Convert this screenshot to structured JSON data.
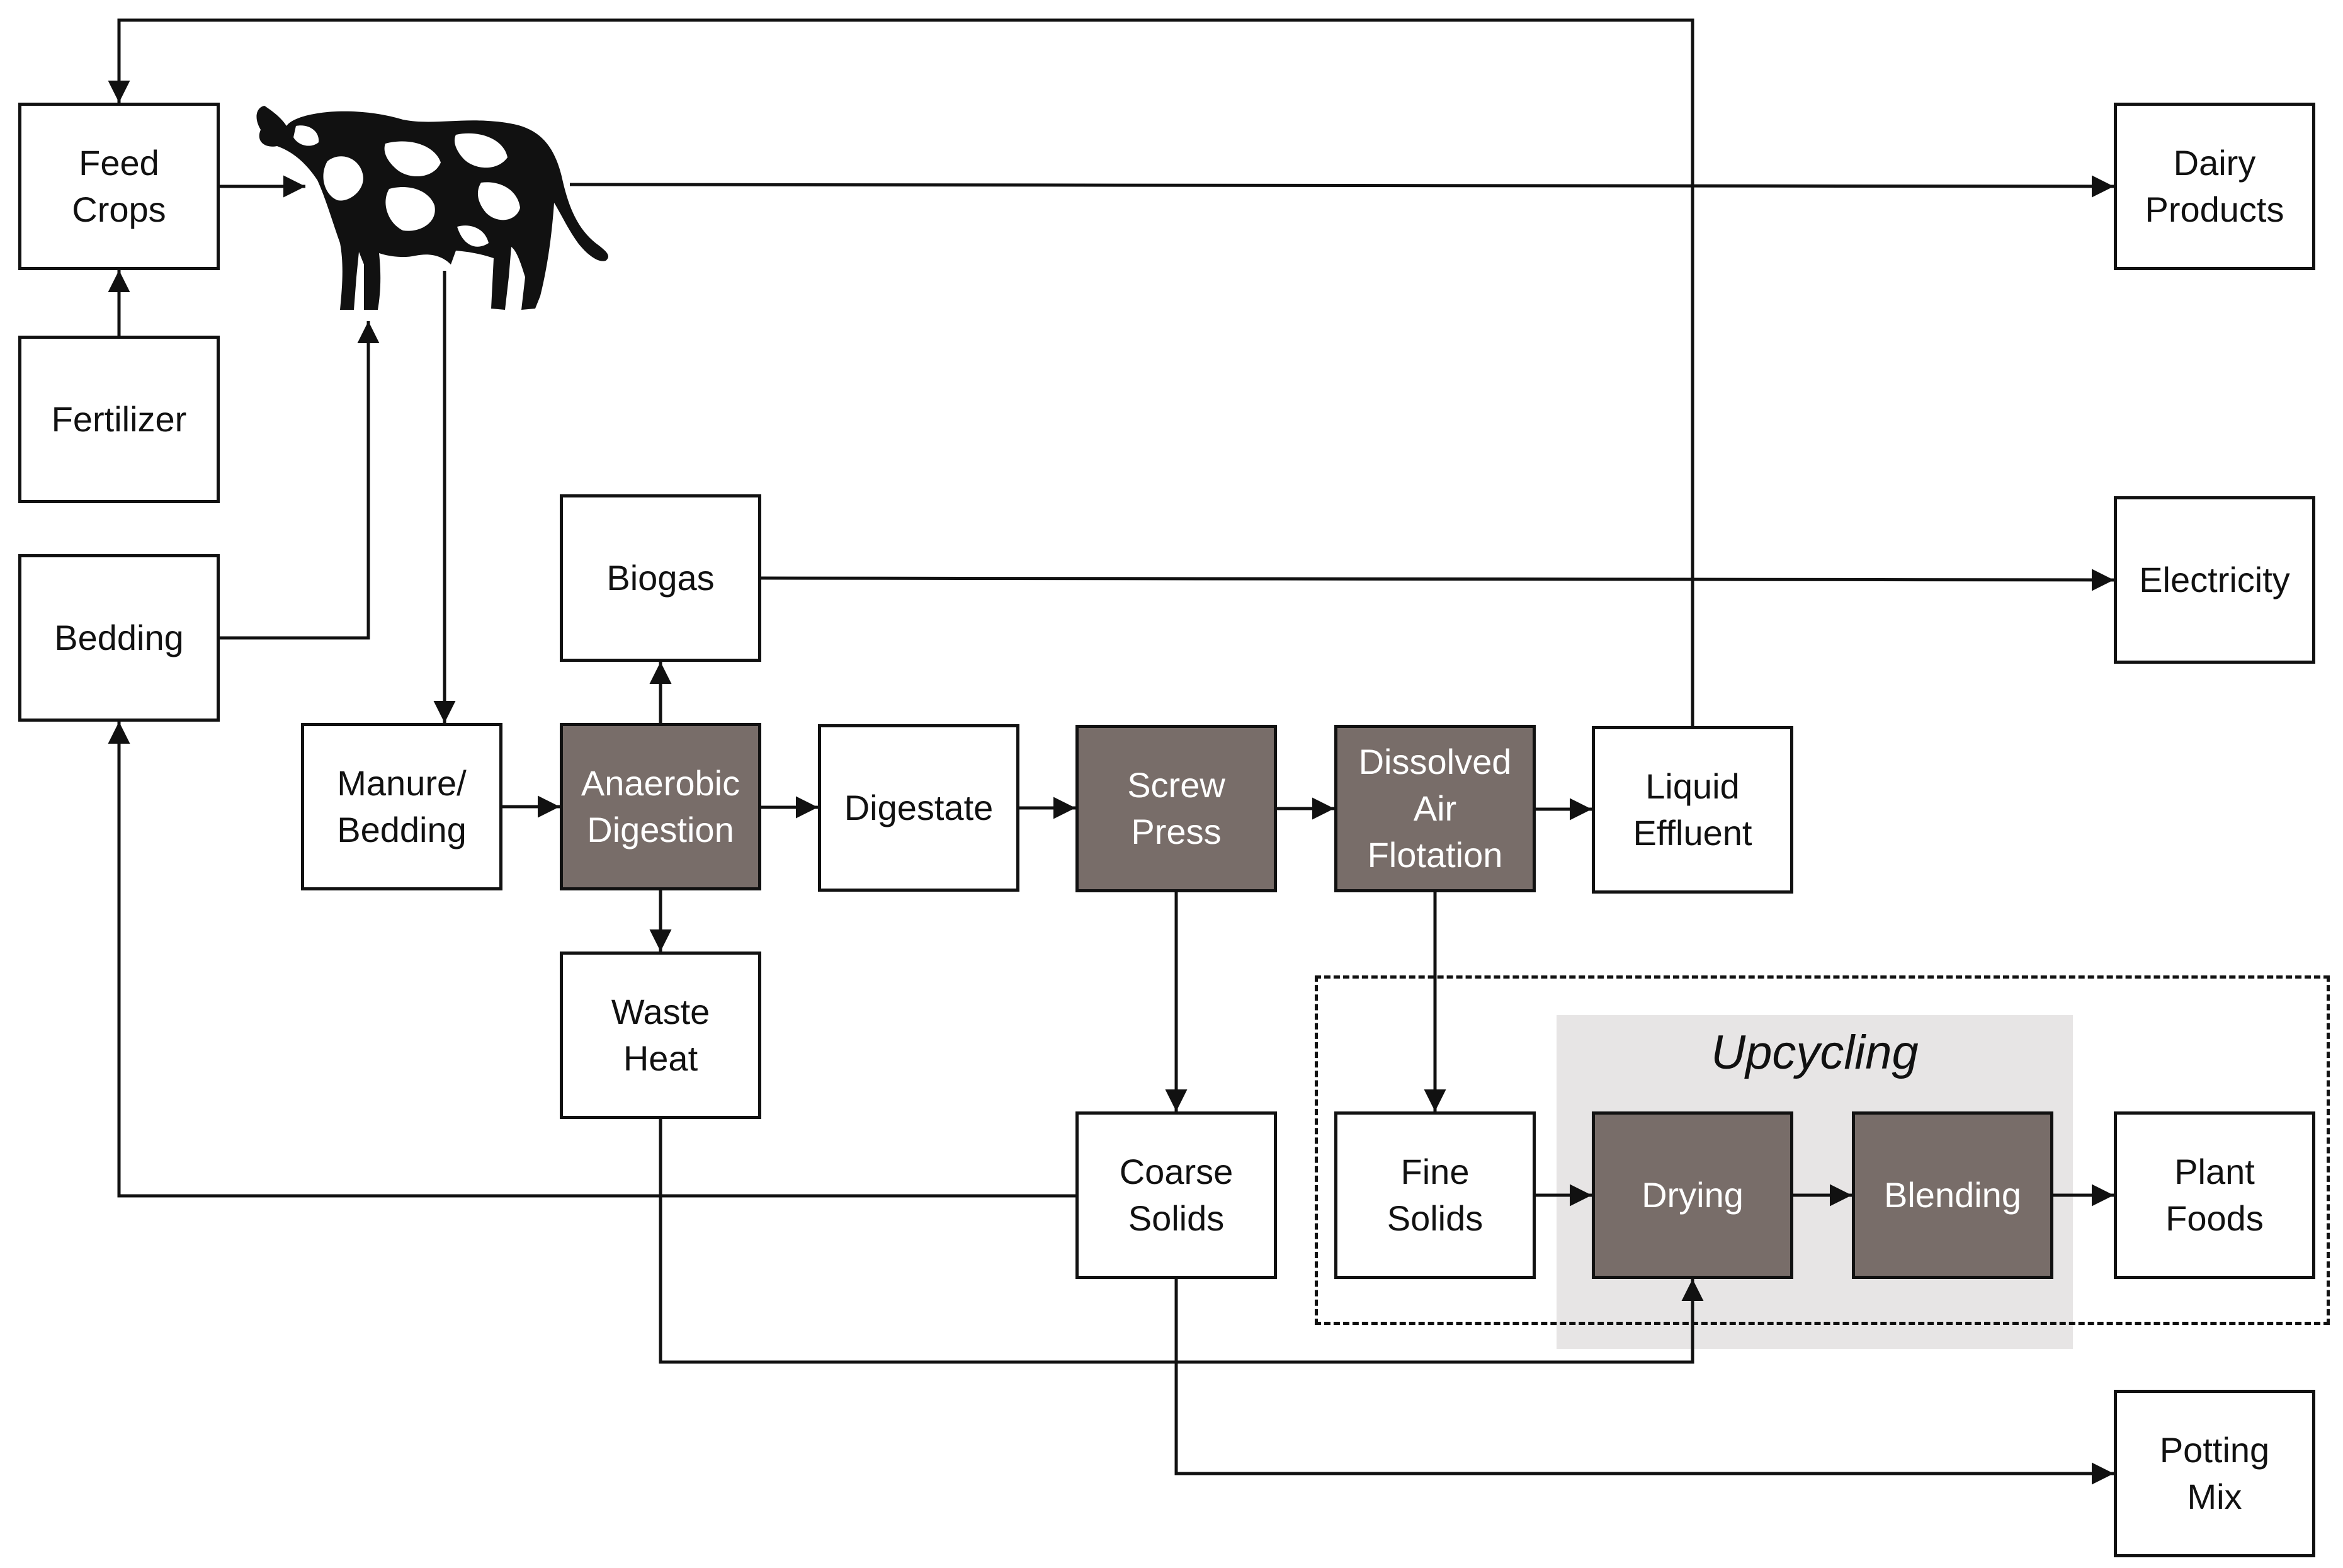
{
  "nodes": {
    "feed_crops": [
      "Feed",
      "Crops"
    ],
    "fertilizer": [
      "Fertilizer"
    ],
    "bedding": [
      "Bedding"
    ],
    "dairy_products": [
      "Dairy",
      "Products"
    ],
    "electricity": [
      "Electricity"
    ],
    "biogas": [
      "Biogas"
    ],
    "manure_bedding": [
      "Manure/",
      "Bedding"
    ],
    "anaerobic_digestion": [
      "Anaerobic",
      "Digestion"
    ],
    "digestate": [
      "Digestate"
    ],
    "screw_press": [
      "Screw",
      "Press"
    ],
    "dissolved_air_flotation": [
      "Dissolved",
      "Air",
      "Flotation"
    ],
    "liquid_effluent": [
      "Liquid",
      "Effluent"
    ],
    "waste_heat": [
      "Waste",
      "Heat"
    ],
    "coarse_solids": [
      "Coarse",
      "Solids"
    ],
    "fine_solids": [
      "Fine",
      "Solids"
    ],
    "drying": [
      "Drying"
    ],
    "blending": [
      "Blending"
    ],
    "plant_foods": [
      "Plant",
      "Foods"
    ],
    "potting_mix": [
      "Potting",
      "Mix"
    ]
  },
  "upcycling_label": "Upcycling",
  "colors": {
    "process_fill": "#786d69",
    "upcycling_background": "#e7e5e5",
    "line": "#111111"
  },
  "icons": [
    "cow-icon"
  ]
}
